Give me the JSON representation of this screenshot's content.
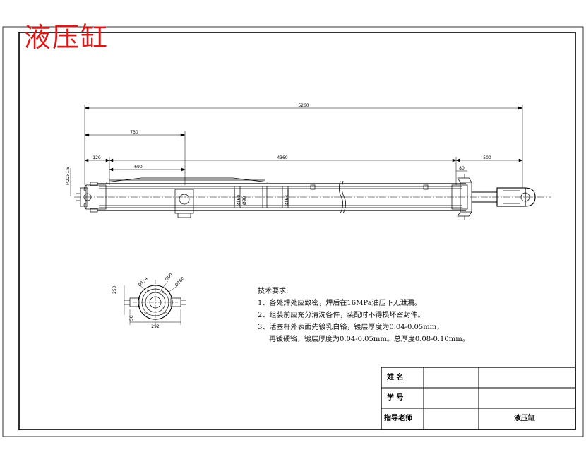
{
  "drawing": {
    "title": "液压缸",
    "dimensions": {
      "overall_length": "5260",
      "d730": "730",
      "d120": "120",
      "d690": "690",
      "d4360": "4360",
      "d500": "500",
      "d80": "80",
      "thread": "M22x1.5",
      "bore_a": "Ø160",
      "bore_b": "Ø90",
      "bore_c": "Ø164",
      "sec_154": "Ø154",
      "sec_90": "Ø90",
      "sec_160": "Ø160",
      "sec_250": "250",
      "sec_50": "50",
      "sec_292": "292"
    }
  },
  "notes": {
    "heading": "技术要求:",
    "lines": [
      "1、各处焊处应致密，焊后在16MPa油压下无泄漏。",
      "2、组装前应充分清洗各件，装配时不得损坏密封件。",
      "3、活塞杆外表面先镀乳白铬，镀层厚度为0.04-0.05mm，"
    ],
    "line3_cont": "再镀硬铬，镀层厚度为0.04-0.05mm。总厚度0.08-0.10mm。"
  },
  "title_block": {
    "name_label": "姓  名",
    "id_label": "学  号",
    "advisor_label": "指导老师",
    "drawing_name": "液压缸"
  }
}
